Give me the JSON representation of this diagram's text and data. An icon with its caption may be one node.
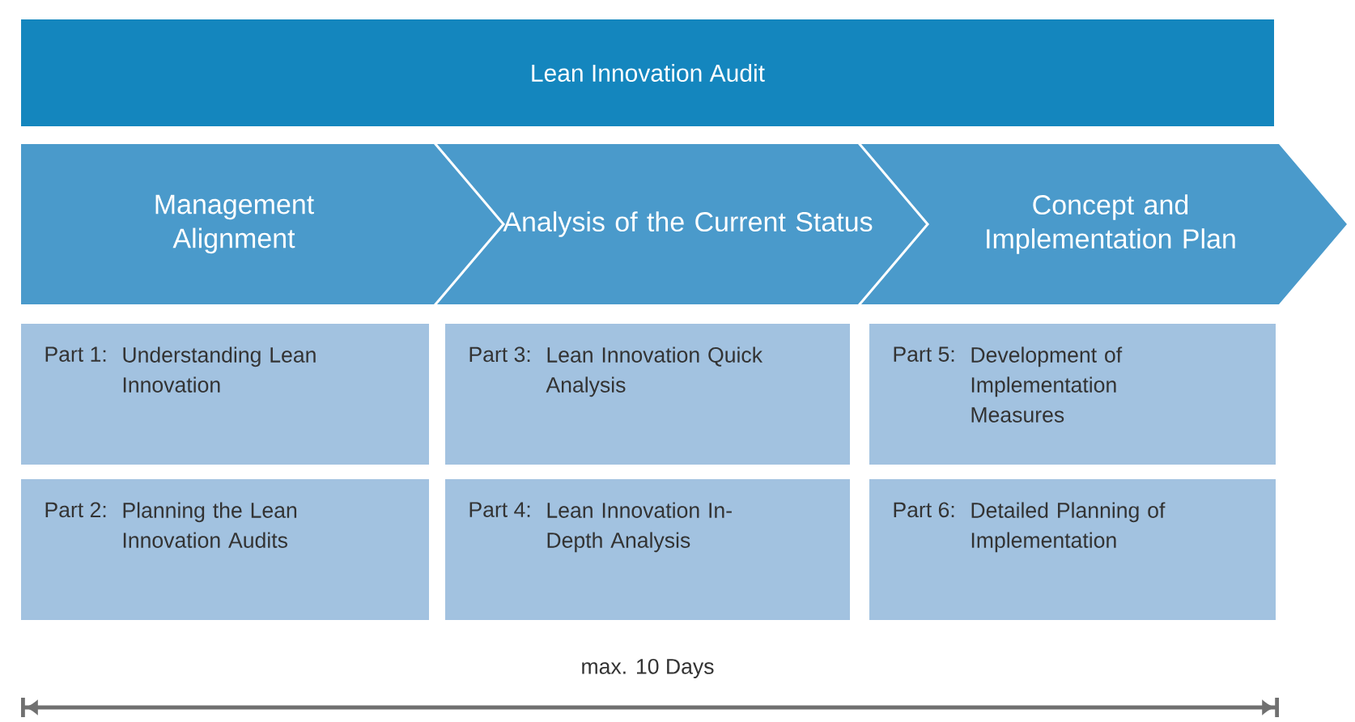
{
  "diagram": {
    "nodes": [
      {
        "text": [
          "Lean Innovation Audit"
        ]
      },
      {
        "text": [
          "Management Alignment"
        ]
      },
      {
        "text": [
          "Analysis of the Current Status"
        ]
      },
      {
        "text": [
          "Concept and Implementation Plan"
        ]
      },
      {
        "text": [
          "Part 1:",
          "Understanding Lean Innovation"
        ]
      },
      {
        "text": [
          "Part 3:",
          "Lean Innovation Quick Analysis"
        ]
      },
      {
        "text": [
          "Part 5:",
          "Development of Implementation Measures"
        ]
      },
      {
        "text": [
          "Part 2:",
          "Planning the Lean Innovation Audits"
        ]
      },
      {
        "text": [
          "Part 4:",
          "Lean Innovation In-Depth Analysis"
        ]
      },
      {
        "text": [
          "Part 6:",
          "Detailed Planning of Implementation"
        ]
      }
    ],
    "edges": [],
    "labels": [
      "max. 10 Days"
    ]
  }
}
